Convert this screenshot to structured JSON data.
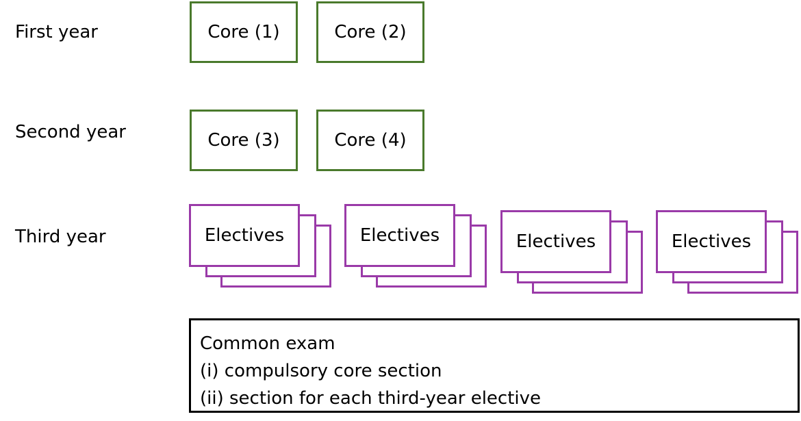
{
  "rows": {
    "first_year": "First year",
    "second_year": "Second year",
    "third_year": "Third year"
  },
  "core_modules": [
    "Core (1)",
    "Core (2)",
    "Core (3)",
    "Core (4)"
  ],
  "electives": [
    "Electives",
    "Electives",
    "Electives",
    "Electives"
  ],
  "exam": {
    "title": "Common exam",
    "part_1": "(i) compulsory core section",
    "part_2": "(ii) section for each third-year elective"
  },
  "colors": {
    "core_border": "#4a7a2c",
    "elective_border": "#9a3aa8",
    "exam_border": "#000000"
  }
}
